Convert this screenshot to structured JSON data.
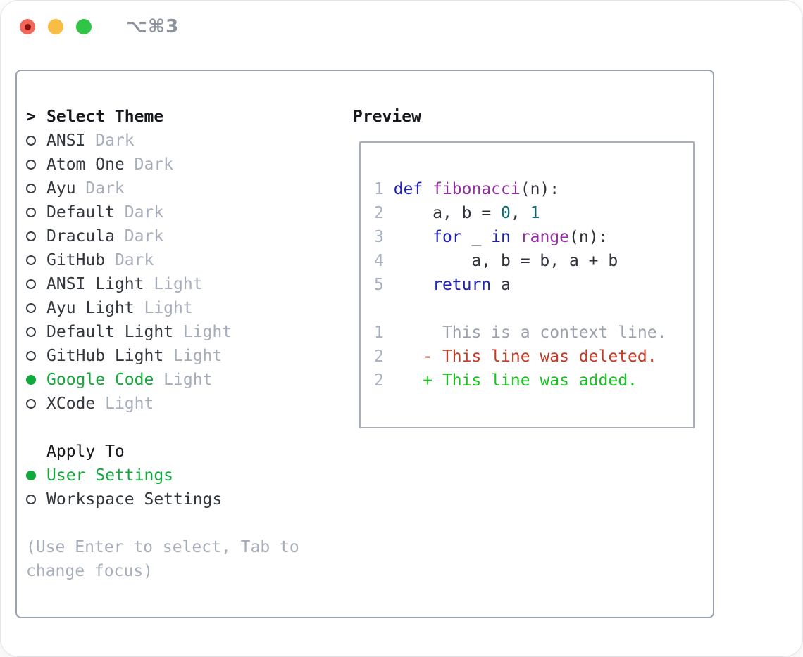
{
  "titlebar": {
    "shortcut": "⌥⌘3"
  },
  "colors": {
    "accent_green": "#13a83b",
    "panel_border": "#9aa2b1",
    "preview_border": "#a8afbb",
    "keyword_blue": "#2023b0",
    "function_purple": "#8f2f9c",
    "number_teal": "#0d6b6e",
    "deleted_red": "#c33b25",
    "added_green": "#15c31c",
    "secondary_gray": "#a6aebb",
    "traffic_red": "#f2665c",
    "traffic_yellow": "#f7bd45",
    "traffic_green": "#30c546"
  },
  "theme_panel": {
    "header": {
      "cursor": ">",
      "label": "Select Theme"
    },
    "items": [
      {
        "name": "ANSI",
        "variant": "Dark",
        "selected": false
      },
      {
        "name": "Atom One",
        "variant": "Dark",
        "selected": false
      },
      {
        "name": "Ayu",
        "variant": "Dark",
        "selected": false
      },
      {
        "name": "Default",
        "variant": "Dark",
        "selected": false
      },
      {
        "name": "Dracula",
        "variant": "Dark",
        "selected": false
      },
      {
        "name": "GitHub",
        "variant": "Dark",
        "selected": false
      },
      {
        "name": "ANSI Light",
        "variant": "Light",
        "selected": false
      },
      {
        "name": "Ayu Light",
        "variant": "Light",
        "selected": false
      },
      {
        "name": "Default Light",
        "variant": "Light",
        "selected": false
      },
      {
        "name": "GitHub Light",
        "variant": "Light",
        "selected": false
      },
      {
        "name": "Google Code",
        "variant": "Light",
        "selected": true
      },
      {
        "name": "XCode",
        "variant": "Light",
        "selected": false
      }
    ],
    "apply_to": {
      "header": "Apply To",
      "items": [
        {
          "name": "User Settings",
          "selected": true
        },
        {
          "name": "Workspace Settings",
          "selected": false
        }
      ]
    },
    "help_lines": [
      "(Use Enter to select, Tab to",
      "change focus)"
    ]
  },
  "preview": {
    "header": "Preview",
    "lines": [
      {
        "num": "1",
        "tokens": [
          [
            "def ",
            "kw"
          ],
          [
            "fibonacci",
            "fn"
          ],
          [
            "(n):",
            "def"
          ]
        ]
      },
      {
        "num": "2",
        "tokens": [
          [
            "    a, b = ",
            "def"
          ],
          [
            "0",
            "num"
          ],
          [
            ", ",
            "def"
          ],
          [
            "1",
            "num"
          ]
        ]
      },
      {
        "num": "3",
        "tokens": [
          [
            "    ",
            "def"
          ],
          [
            "for",
            "kw"
          ],
          [
            " _ ",
            "def"
          ],
          [
            "in",
            "kw"
          ],
          [
            " ",
            "def"
          ],
          [
            "range",
            "fn"
          ],
          [
            "(n):",
            "def"
          ]
        ]
      },
      {
        "num": "4",
        "tokens": [
          [
            "        a, b = b, a + b",
            "def"
          ]
        ]
      },
      {
        "num": "5",
        "tokens": [
          [
            "    ",
            "def"
          ],
          [
            "return",
            "kw"
          ],
          [
            " a",
            "def"
          ]
        ]
      },
      {
        "num": "",
        "tokens": []
      },
      {
        "num": "1",
        "tokens": [
          [
            "     This is a context line.",
            "ctx"
          ]
        ]
      },
      {
        "num": "2",
        "tokens": [
          [
            "   - This line was deleted.",
            "del"
          ]
        ]
      },
      {
        "num": "2",
        "tokens": [
          [
            "   + This line was added.",
            "add"
          ]
        ]
      }
    ]
  }
}
